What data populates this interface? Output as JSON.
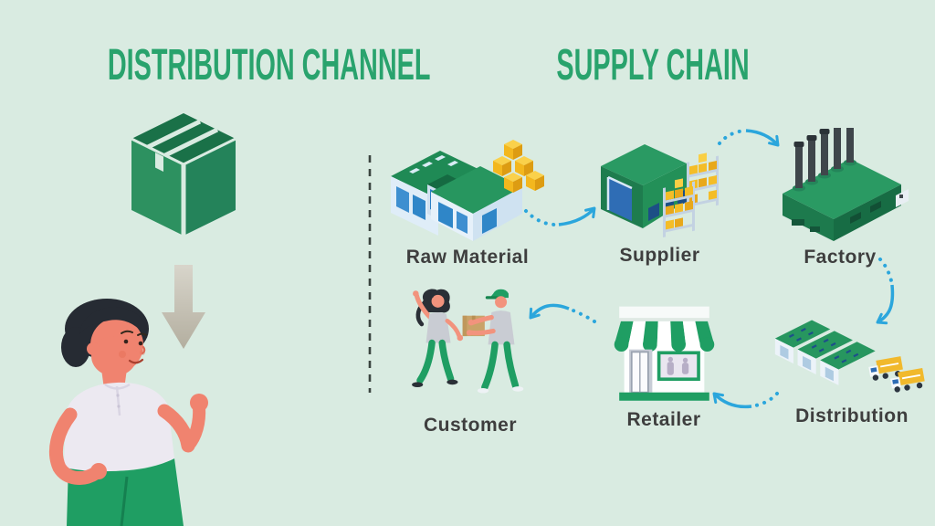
{
  "colors": {
    "background": "#d9ebe1",
    "title_green": "#29a36d",
    "label_gray": "#3e3e3e",
    "flow_arrow_blue": "#2ba6dc",
    "box_green": "#2d9160",
    "pants_green": "#1f9e63",
    "crate_yellow": "#f4bd27"
  },
  "distribution_channel": {
    "title": "DISTRIBUTION CHANNEL",
    "icons": [
      "package-box-icon",
      "down-arrow-icon",
      "person-illustration"
    ]
  },
  "supply_chain": {
    "title": "SUPPLY CHAIN",
    "steps": [
      {
        "label": "Raw Material",
        "icon": "warehouse-crates-icon"
      },
      {
        "label": "Supplier",
        "icon": "supplier-building-icon"
      },
      {
        "label": "Factory",
        "icon": "factory-icon"
      },
      {
        "label": "Distribution",
        "icon": "distribution-warehouses-icon"
      },
      {
        "label": "Retailer",
        "icon": "retail-store-icon"
      },
      {
        "label": "Customer",
        "icon": "customer-delivery-icon"
      }
    ],
    "flow_arrows": [
      "raw-material-to-supplier",
      "supplier-to-factory",
      "factory-to-distribution",
      "distribution-to-retailer",
      "retailer-to-customer"
    ]
  }
}
